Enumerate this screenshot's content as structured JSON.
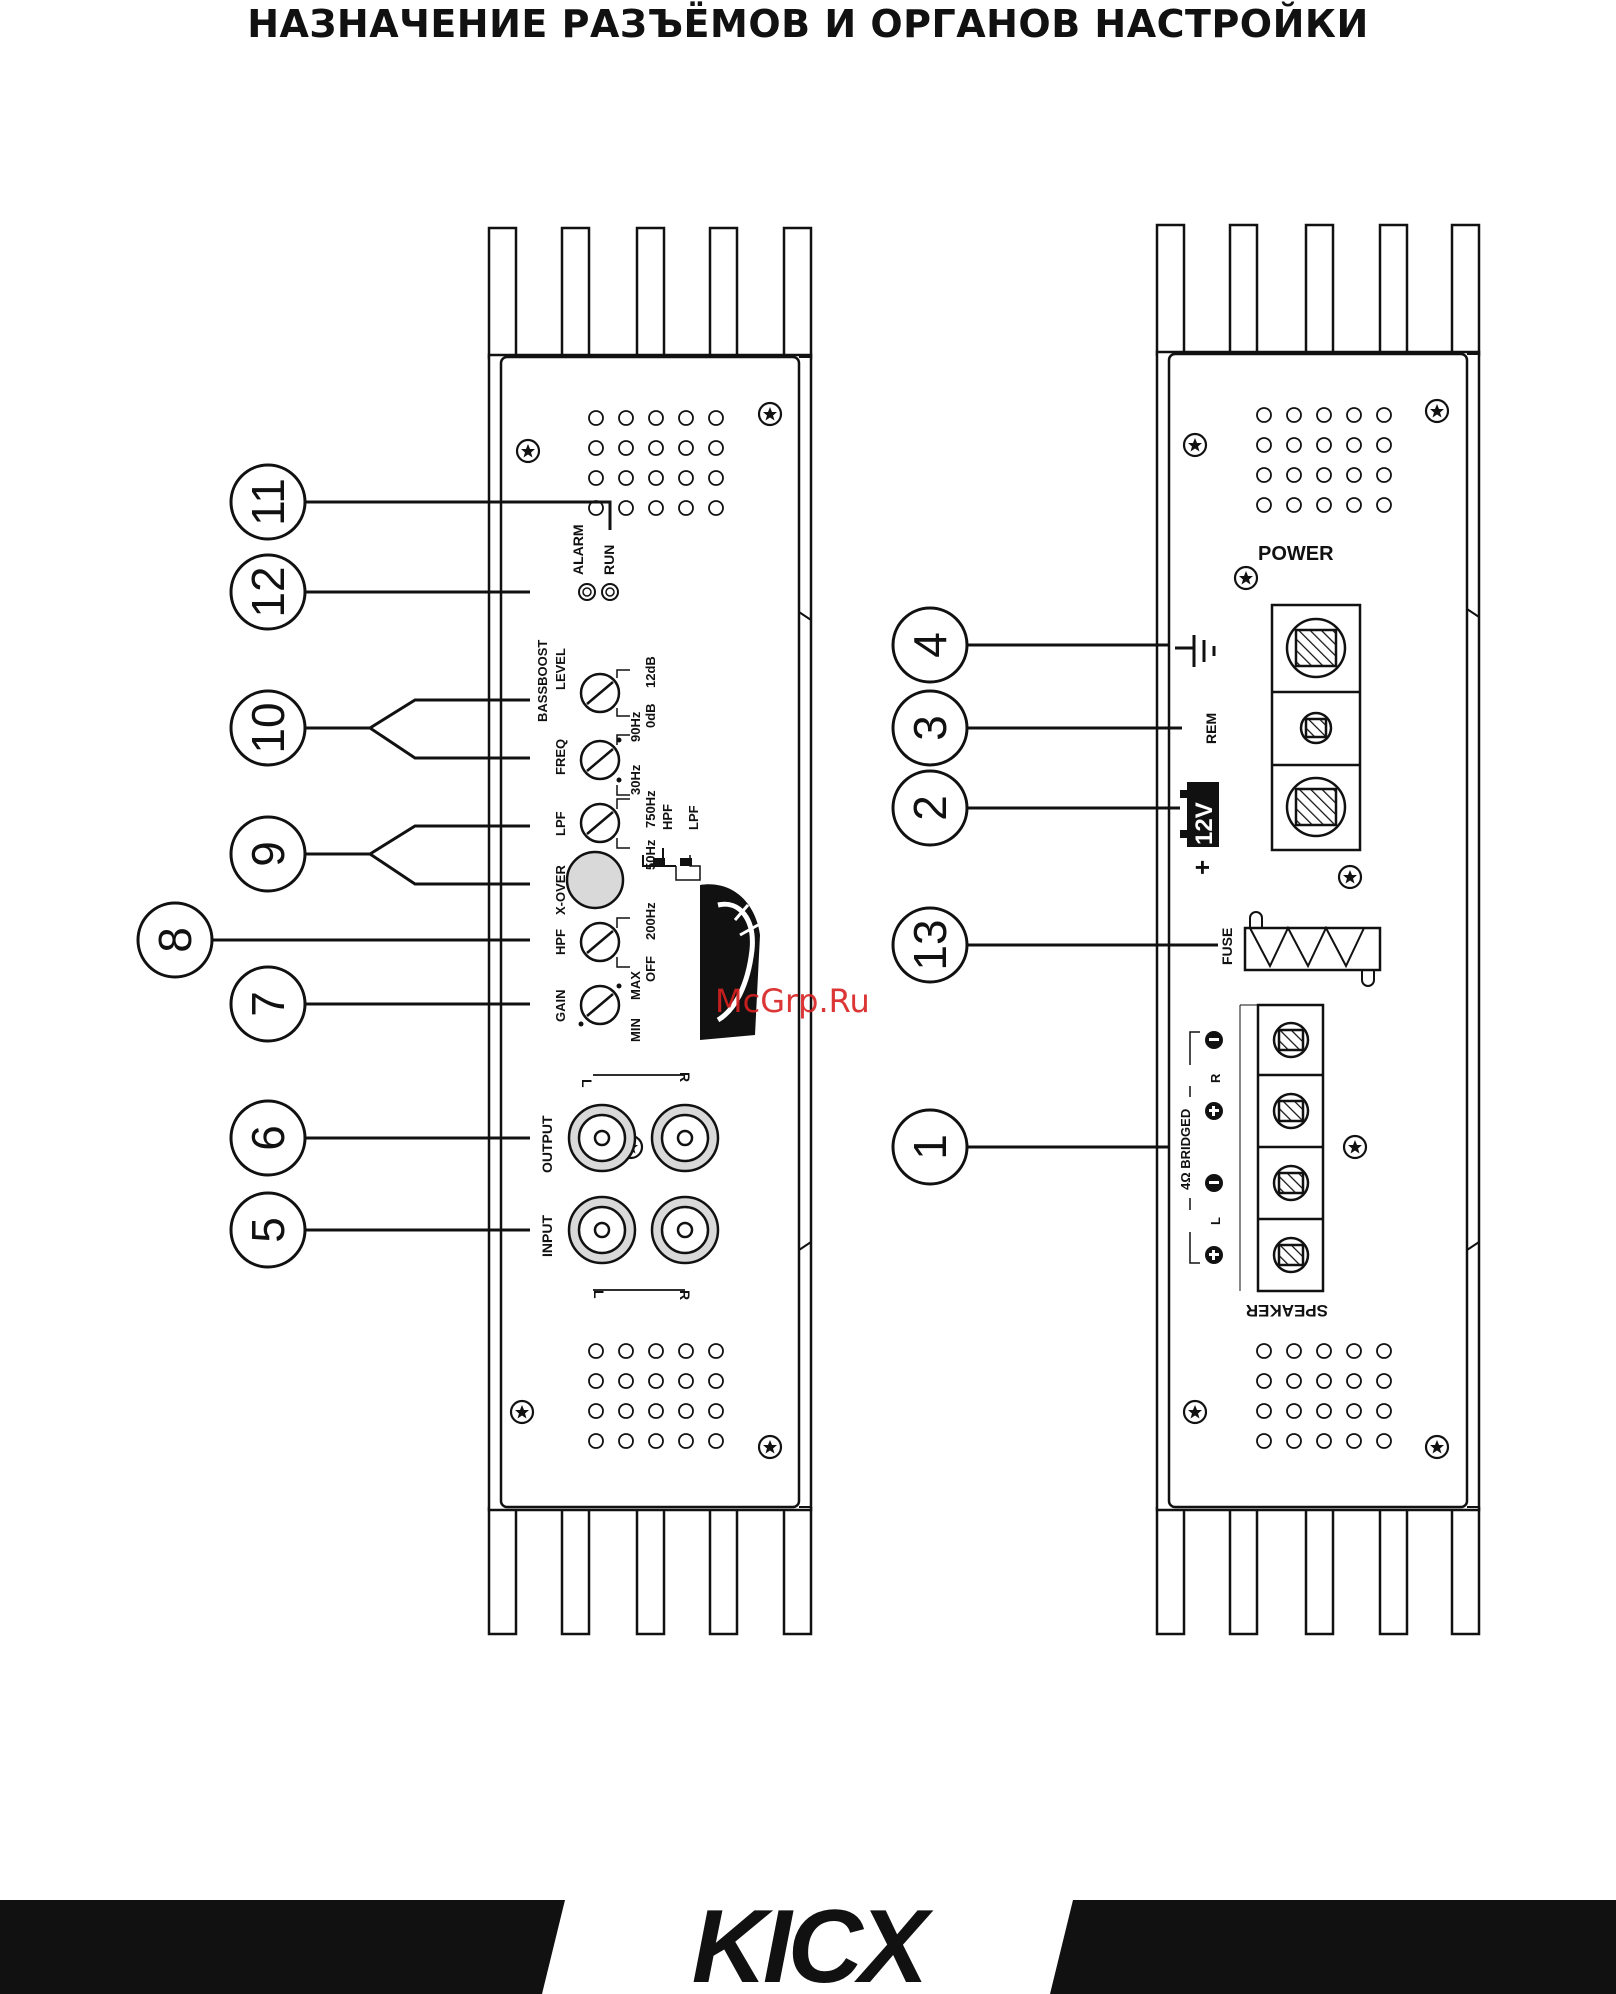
{
  "page_title": "НАЗНАЧЕНИЕ РАЗЪЁМОВ И ОРГАНОВ НАСТРОЙКИ",
  "watermark": "McGrp.Ru",
  "brand": "KICX",
  "callouts": [
    "1",
    "2",
    "3",
    "4",
    "5",
    "6",
    "7",
    "8",
    "9",
    "10",
    "11",
    "12",
    "13"
  ],
  "left_panel": {
    "alarm": "ALARM",
    "run": "RUN",
    "bassboost": "BASSBOOST",
    "level": "LEVEL",
    "freq": "FREQ",
    "level_min": "0dB",
    "level_max": "12dB",
    "freq_min": "30Hz",
    "freq_max": "90Hz",
    "lpf": "LPF",
    "lpf_min": "50Hz",
    "lpf_max": "750Hz",
    "xover": "X-OVER",
    "xover_hpf": "HPF",
    "xover_lpf": "LPF",
    "hpf": "HPF",
    "hpf_min": "OFF",
    "hpf_max": "200Hz",
    "gain": "GAIN",
    "gain_min": "MIN",
    "gain_max": "MAX",
    "output": "OUTPUT",
    "input": "INPUT",
    "ch_l": "L",
    "ch_r": "R"
  },
  "right_panel": {
    "power": "POWER",
    "rem": "REM",
    "v12": "12V",
    "plus": "+",
    "fuse": "FUSE",
    "bridged": "4Ω BRIDGED",
    "speaker": "SPEAKER",
    "ch_l": "L",
    "ch_r": "R"
  },
  "colors": {
    "ink": "#111111",
    "knob_fill": "#d9d9d9",
    "watermark": "#d82020"
  }
}
